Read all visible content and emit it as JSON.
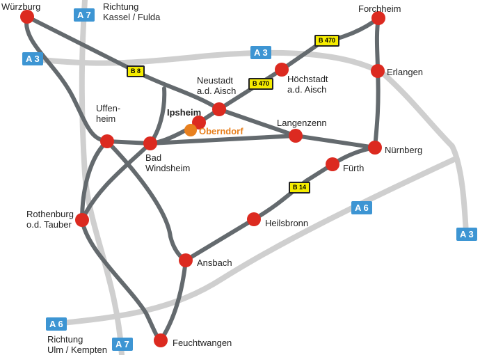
{
  "colors": {
    "highway": "#cfcfcf",
    "road": "#646a6e",
    "city": "#dc2a20",
    "highlight": "#e8801e",
    "autobahn": "#3d95d3",
    "bundesstrasse": "#f5ec00"
  },
  "cities": [
    {
      "name": "Würzburg"
    },
    {
      "name": "Forchheim"
    },
    {
      "name": "Erlangen"
    },
    {
      "name": "Höchstadt\na.d. Aisch"
    },
    {
      "name": "Neustadt\na.d. Aisch"
    },
    {
      "name": "Ipsheim"
    },
    {
      "name": "Oberndorf"
    },
    {
      "name": "Uffen-\nheim"
    },
    {
      "name": "Bad\nWindsheim"
    },
    {
      "name": "Langenzenn"
    },
    {
      "name": "Nürnberg"
    },
    {
      "name": "Fürth"
    },
    {
      "name": "Heilsbronn"
    },
    {
      "name": "Rothenburg\no.d. Tauber"
    },
    {
      "name": "Ansbach"
    },
    {
      "name": "Feuchtwangen"
    }
  ],
  "directions": {
    "north": "Richtung\nKassel / Fulda",
    "south": "Richtung\nUlm / Kempten"
  },
  "autobahn": {
    "a7": "A 7",
    "a3": "A 3",
    "a6": "A 6"
  },
  "bundesstrassen": {
    "b8": "B 8",
    "b470": "B 470",
    "b14": "B 14"
  }
}
